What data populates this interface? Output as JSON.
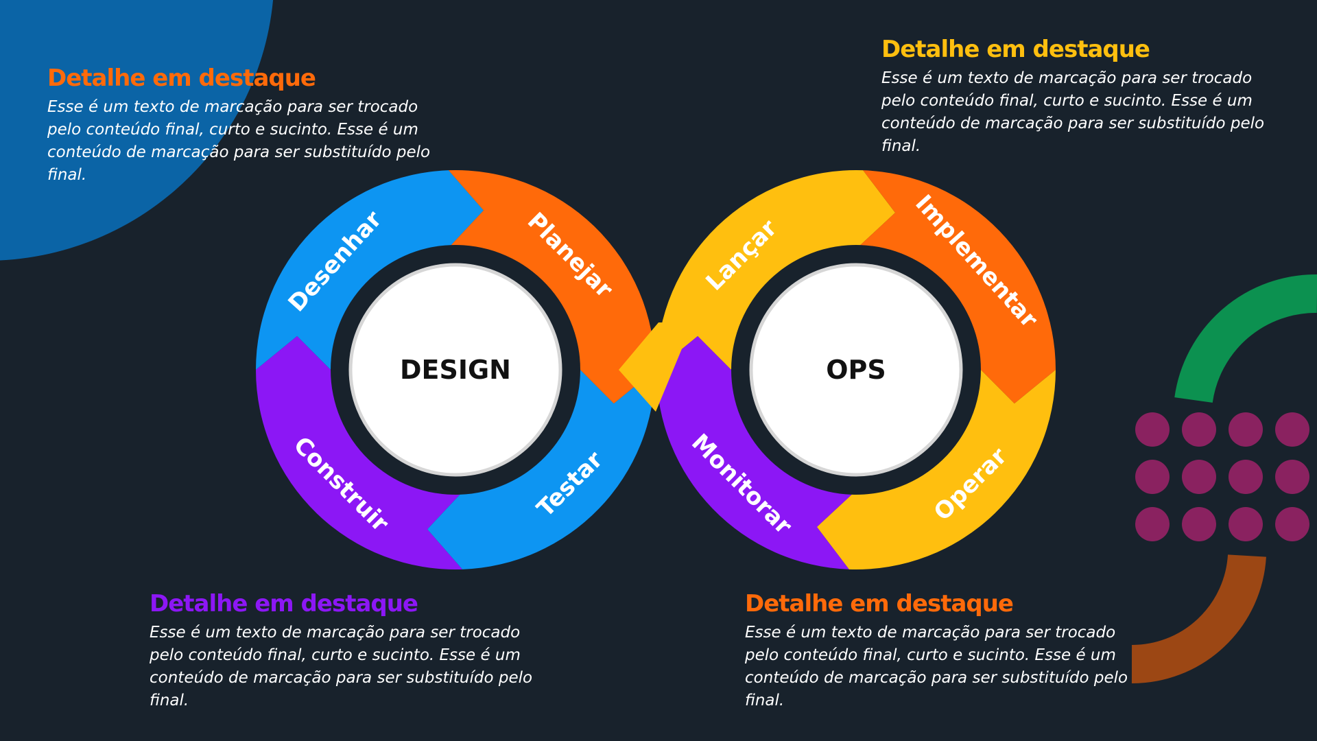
{
  "diagram": {
    "left_loop": {
      "center_label": "DESIGN",
      "segments": [
        {
          "label": "Planejar",
          "color": "#ff6a0a"
        },
        {
          "label": "Desenhar",
          "color": "#0d95f2"
        },
        {
          "label": "Construir",
          "color": "#8c17f5"
        },
        {
          "label": "Testar",
          "color": "#0d95f2"
        }
      ]
    },
    "right_loop": {
      "center_label": "OPS",
      "segments": [
        {
          "label": "Lançar",
          "color": "#ffbf0f"
        },
        {
          "label": "Implementar",
          "color": "#ff6a0a"
        },
        {
          "label": "Operar",
          "color": "#ffbf0f"
        },
        {
          "label": "Monitorar",
          "color": "#8c17f5"
        }
      ]
    }
  },
  "blocks": {
    "top_left": {
      "heading": "Detalhe em destaque",
      "color": "#ff6a0a",
      "body": "Esse é um texto de marcação para ser trocado pelo conteúdo final, curto e sucinto. Esse é um conteúdo de marcação para ser substituído pelo final."
    },
    "top_right": {
      "heading": "Detalhe em destaque",
      "color": "#ffbf0f",
      "body": "Esse é um texto de marcação para ser trocado pelo conteúdo final, curto e sucinto. Esse é um conteúdo de marcação para ser substituído pelo final."
    },
    "bottom_left": {
      "heading": "Detalhe em destaque",
      "color": "#8c17f5",
      "body": "Esse é um texto de marcação para ser trocado pelo conteúdo final, curto e sucinto. Esse é um conteúdo de marcação para ser substituído pelo final."
    },
    "bottom_right": {
      "heading": "Detalhe em destaque",
      "color": "#ff6a0a",
      "body": "Esse é um texto de marcação para ser trocado pelo conteúdo final, curto e sucinto. Esse é um conteúdo de marcação para ser substituído pelo final."
    }
  },
  "decor": {
    "corner_blob_color": "#0b64a6",
    "green_arc_color": "#0c9150",
    "brown_arc_color": "#9c4714",
    "dot_color": "#8a2260"
  }
}
